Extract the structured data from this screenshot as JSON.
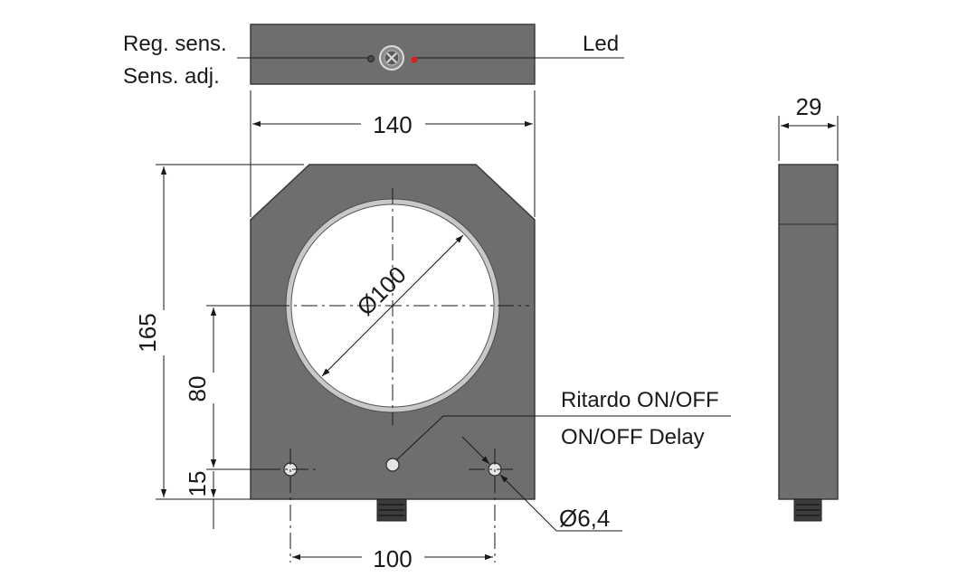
{
  "labels": {
    "reg_sens": "Reg. sens.",
    "sens_adj": "Sens. adj.",
    "led": "Led",
    "ritardo": "Ritardo ON/OFF",
    "on_off_delay": "ON/OFF Delay"
  },
  "dimensions": {
    "width": "140",
    "thickness": "29",
    "height": "165",
    "hole_center_height": "80",
    "mount_offset": "15",
    "hole_diameter": "Ø100",
    "mount_spacing": "100",
    "mount_diameter": "Ø6,4"
  },
  "colors": {
    "body": "#6e6e6e",
    "body_stroke": "#3a3a3a",
    "led": "#d42020",
    "line": "#1a1a1a"
  }
}
